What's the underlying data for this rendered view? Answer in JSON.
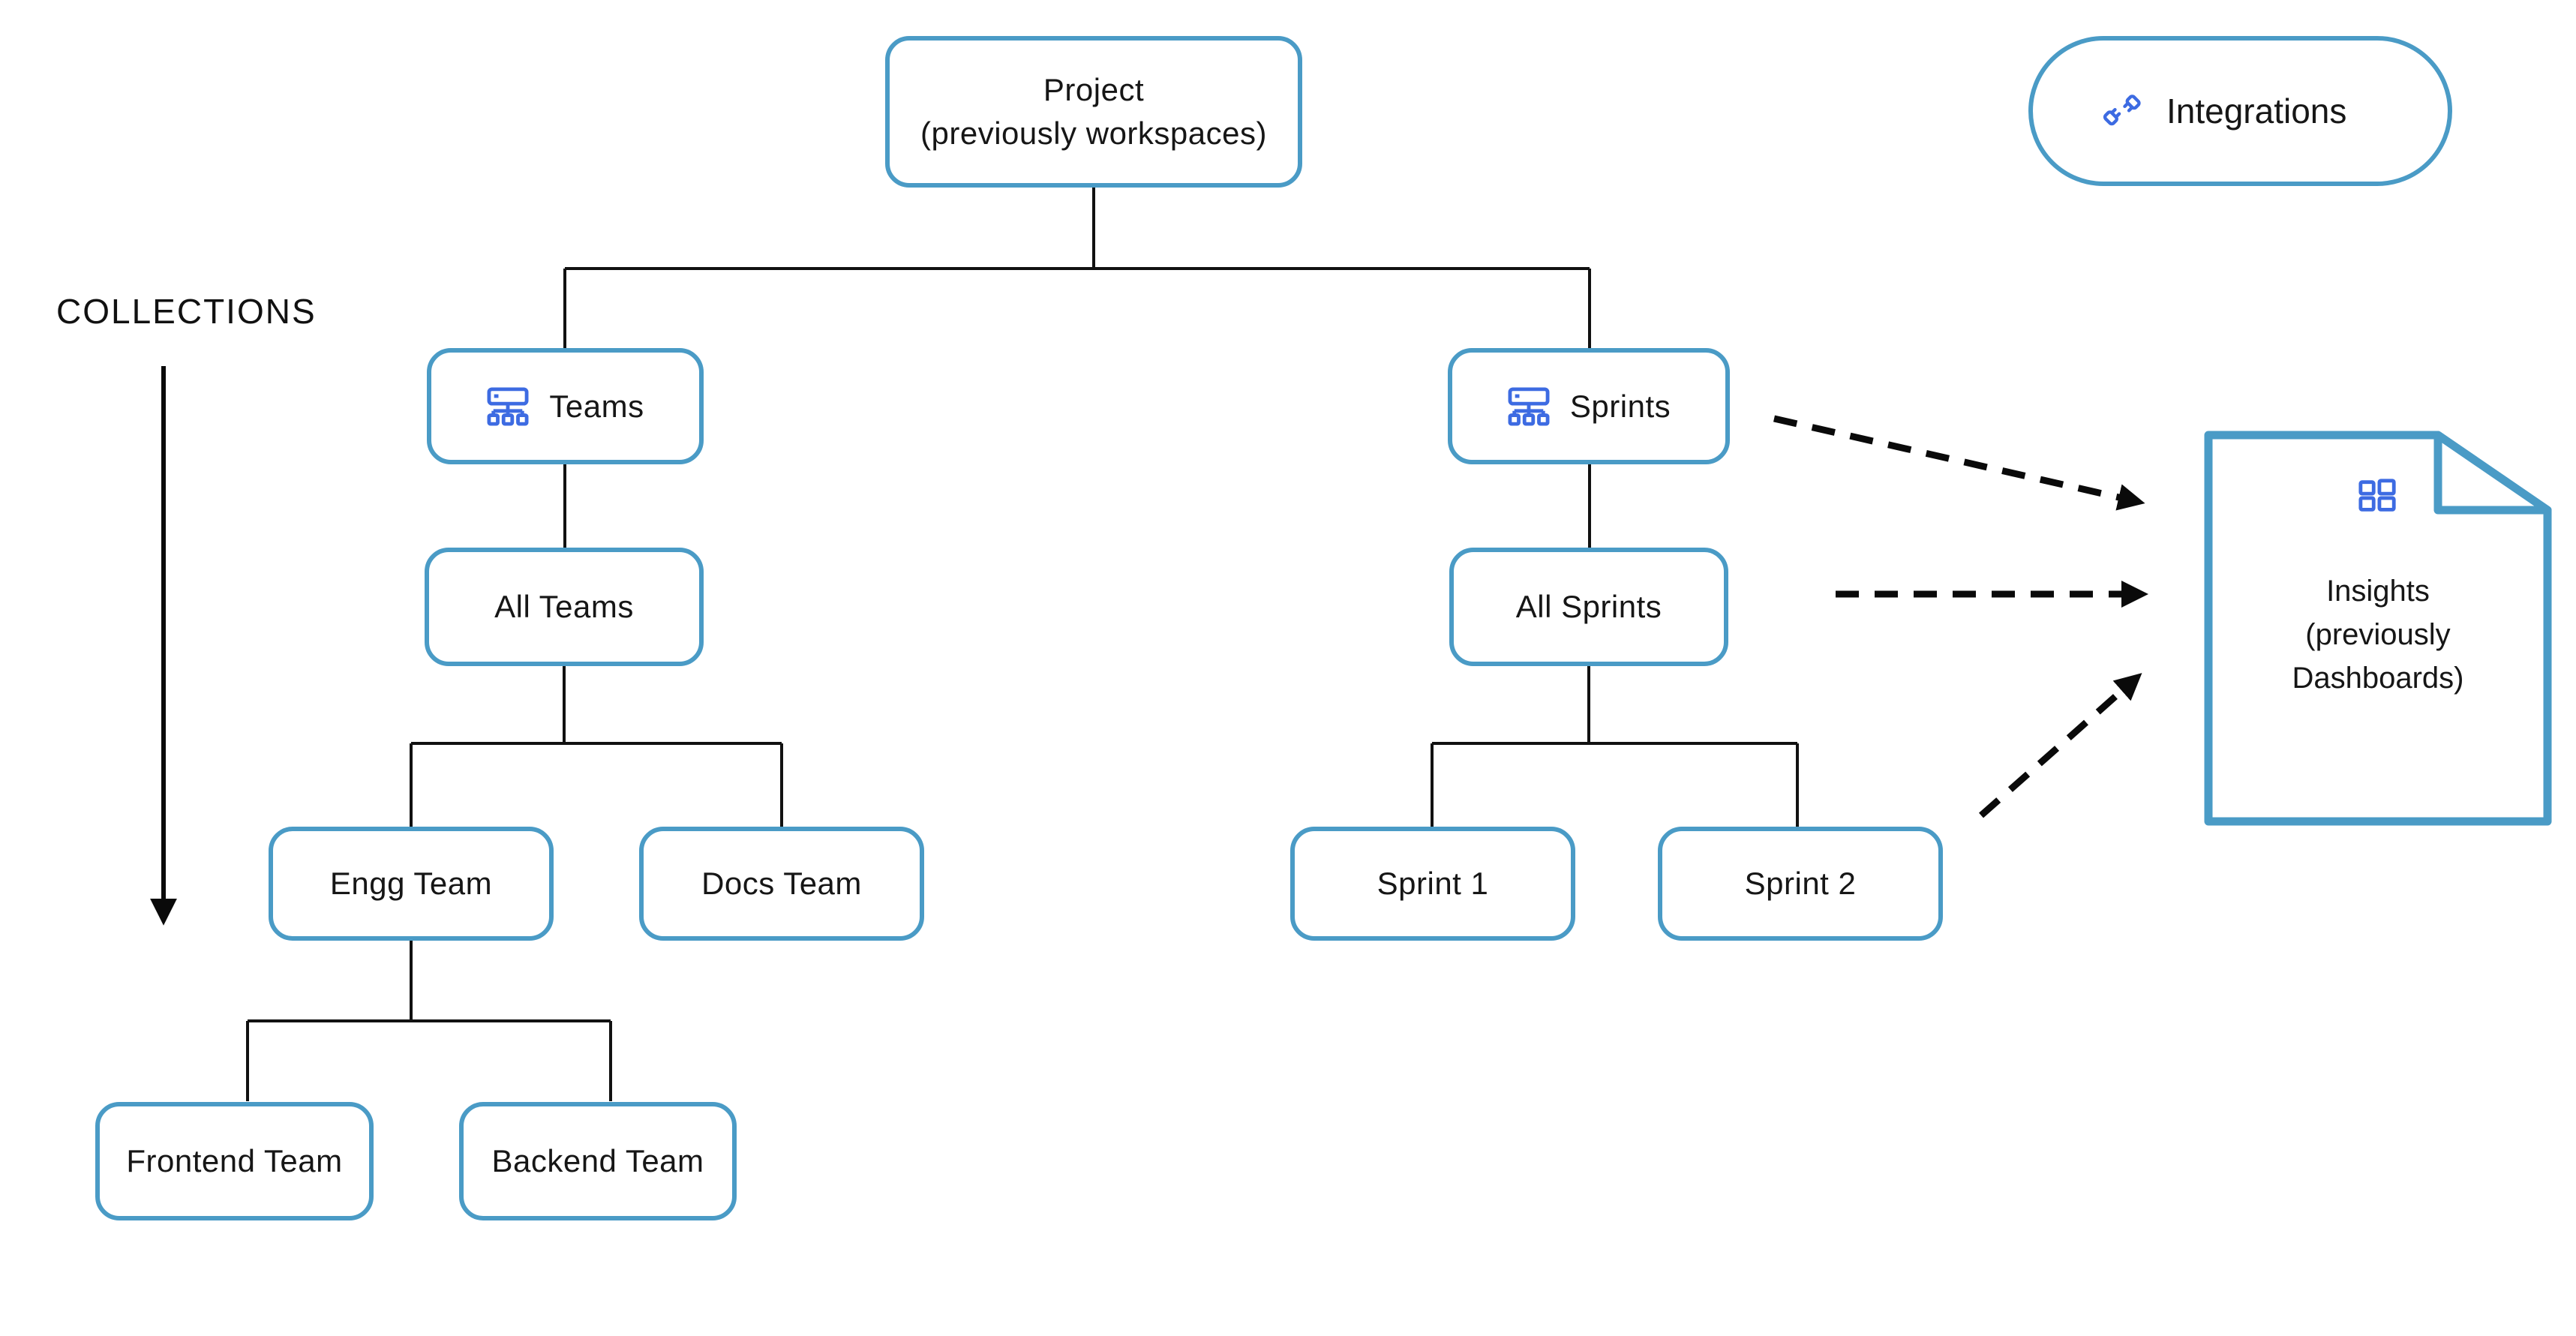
{
  "colors": {
    "node_border": "#4A9BC6",
    "icon_blue": "#3D6BE2",
    "wire_black": "#111111",
    "text": "#161616"
  },
  "collections": {
    "label": "COLLECTIONS"
  },
  "integrations": {
    "label": "Integrations",
    "icon": "plug-connection-icon"
  },
  "nodes": {
    "project": {
      "line1": "Project",
      "line2": "(previously workspaces)"
    },
    "teams": {
      "label": "Teams",
      "icon": "sitemap-icon"
    },
    "sprints": {
      "label": "Sprints",
      "icon": "sitemap-icon"
    },
    "all_teams": {
      "label": "All Teams"
    },
    "all_sprints": {
      "label": "All Sprints"
    },
    "engg": {
      "label": "Engg Team"
    },
    "docs": {
      "label": "Docs Team"
    },
    "sprint1": {
      "label": "Sprint 1"
    },
    "sprint2": {
      "label": "Sprint 2"
    },
    "frontend": {
      "label": "Frontend Team"
    },
    "backend": {
      "label": "Backend Team"
    }
  },
  "insights": {
    "line1": "Insights",
    "line2": "(previously",
    "line3": "Dashboards)",
    "icon": "dashboard-grid-icon"
  }
}
